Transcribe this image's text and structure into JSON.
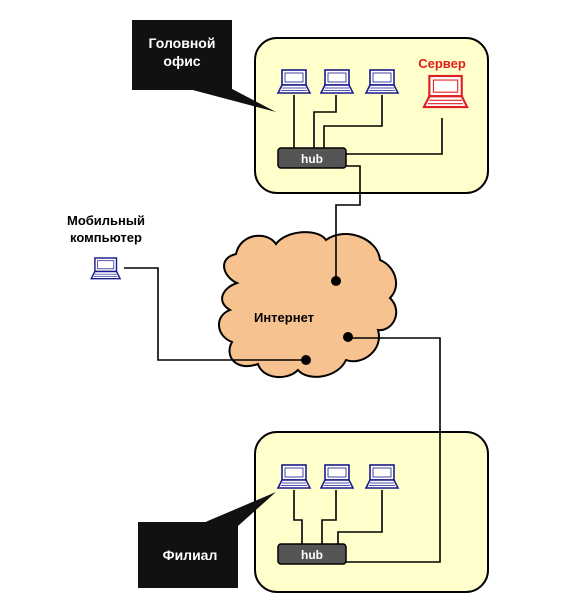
{
  "labels": {
    "head_office": [
      "Головной",
      "офис"
    ],
    "branch": "Филиал",
    "server": "Сервер",
    "mobile": [
      "Мобильный",
      "компьютер"
    ],
    "internet": "Интернет",
    "hub_top": "hub",
    "hub_bottom": "hub"
  },
  "colors": {
    "office_fill": "#ffffcc",
    "cloud_fill": "#f6c28f",
    "hub_fill": "#555555",
    "server_color": "#e02020",
    "pc_color": "#1a1a8c",
    "callout_fill": "#111111"
  },
  "icons": {
    "workstation": "laptop-icon",
    "server": "server-laptop-icon",
    "mobile": "laptop-icon"
  }
}
